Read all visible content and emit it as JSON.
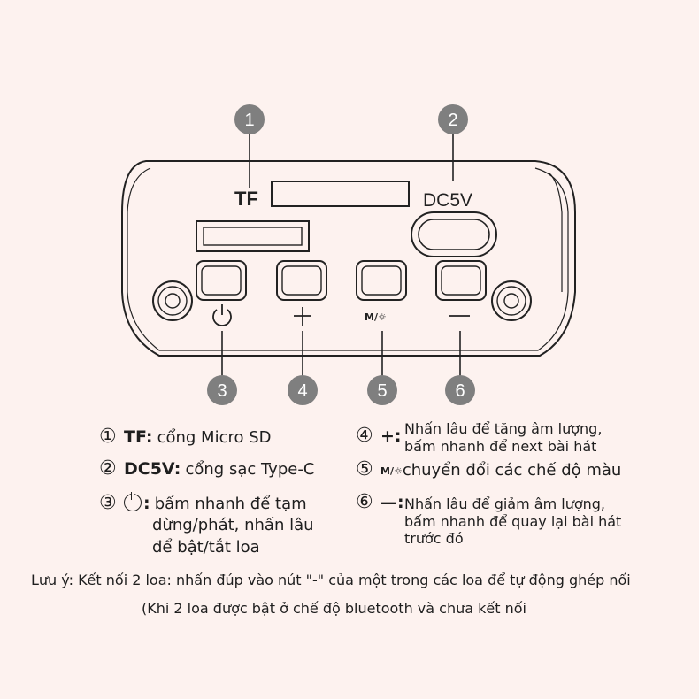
{
  "device": {
    "tf_label": "TF",
    "dc_label": "DC5V",
    "plus_symbol": "+",
    "minus_symbol": "—",
    "mode_symbol": "M/☼"
  },
  "callouts": [
    "1",
    "2",
    "3",
    "4",
    "5",
    "6"
  ],
  "legend": [
    {
      "num": "①",
      "key": "TF:",
      "text": "cổng Micro SD"
    },
    {
      "num": "②",
      "key": "DC5V:",
      "text": "cổng sạc Type-C"
    },
    {
      "num": "③",
      "key": ":",
      "line1": "bấm nhanh để tạm",
      "line2": "dừng/phát, nhấn lâu",
      "line3": "để bật/tắt loa"
    },
    {
      "num": "④",
      "key": "+:",
      "line1": "Nhấn lâu để tăng âm lượng,",
      "line2": "bấm nhanh để next bài hát"
    },
    {
      "num": "⑤",
      "key": "M/☼",
      "text": "chuyển đổi các chế độ màu"
    },
    {
      "num": "⑥",
      "key": "—:",
      "line1": "Nhấn lâu để giảm âm lượng,",
      "line2": "bấm nhanh để quay lại bài hát",
      "line3": "trước đó"
    }
  ],
  "note_line1": "Lưu ý: Kết nối 2 loa: nhấn đúp vào nút \"-\" của một trong các loa để tự động ghép nối",
  "note_line2": "(Khi 2 loa được bật ở chế độ bluetooth và chưa kết nối"
}
